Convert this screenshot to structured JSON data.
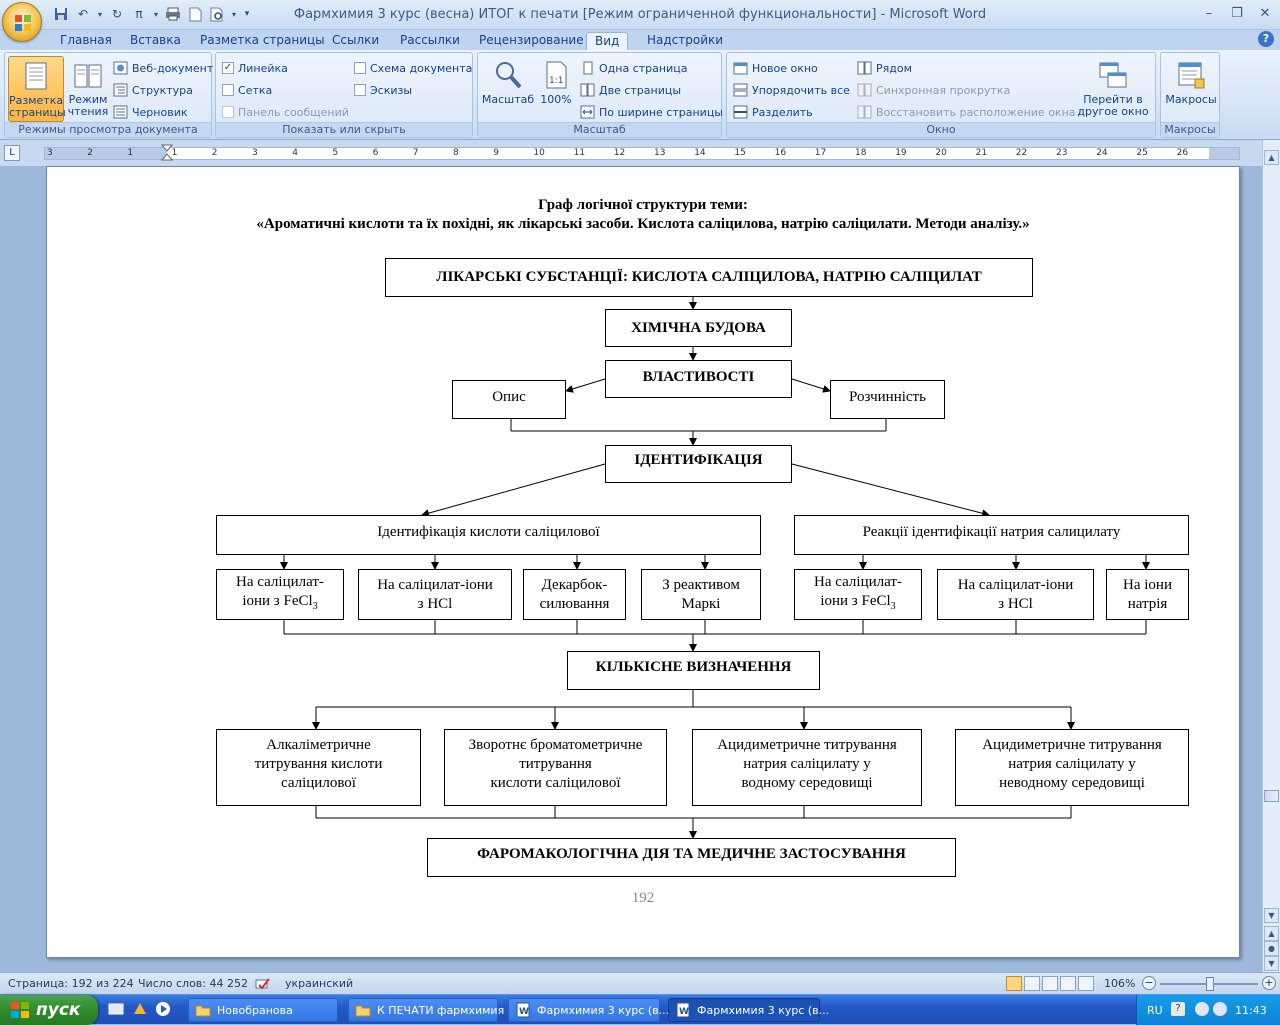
{
  "window": {
    "title": "Фармхимия 3 курс (весна) ИТОГ к печати [Режим ограниченной функциональности] - Microsoft Word"
  },
  "tabs": [
    "Главная",
    "Вставка",
    "Разметка страницы",
    "Ссылки",
    "Рассылки",
    "Рецензирование",
    "Вид",
    "Надстройки"
  ],
  "active_tab": "Вид",
  "ribbon": {
    "views": {
      "label": "Режимы просмотра документа",
      "print_layout": "Разметка\nстраницы",
      "reading": "Режим\nчтения",
      "web": "Веб-документ",
      "outline": "Структура",
      "draft": "Черновик"
    },
    "show_hide": {
      "label": "Показать или скрыть",
      "ruler": "Линейка",
      "grid": "Сетка",
      "message_bar": "Панель сообщений",
      "doc_map": "Схема документа",
      "thumbnails": "Эскизы"
    },
    "zoom": {
      "label": "Масштаб",
      "zoom": "Масштаб",
      "hundred": "100%",
      "one_page": "Одна страница",
      "two_pages": "Две страницы",
      "page_width": "По ширине страницы"
    },
    "window": {
      "label": "Окно",
      "new_window": "Новое окно",
      "arrange_all": "Упорядочить все",
      "split": "Разделить",
      "side_by_side": "Рядом",
      "sync_scroll": "Синхронная прокрутка",
      "reset_position": "Восстановить расположение окна",
      "switch_windows": "Перейти в\nдругое окно"
    },
    "macros": {
      "label": "Макросы",
      "macros": "Макросы"
    }
  },
  "ruler": {
    "ticks": [
      "3",
      "2",
      "1",
      "1",
      "2",
      "3",
      "4",
      "5",
      "6",
      "7",
      "8",
      "9",
      "10",
      "11",
      "12",
      "13",
      "14",
      "15",
      "16",
      "17",
      "18",
      "19",
      "20",
      "21",
      "22",
      "23",
      "24",
      "25",
      "26"
    ]
  },
  "document": {
    "title_line1": "Граф логічної структури теми:",
    "title_line2": "«Ароматичні кислоти та їх похідні, як лікарські засоби. Кислота саліцилова, натрію саліцилати. Методи аналізу.»",
    "boxes": {
      "substances": "ЛІКАРСЬКІ СУБСТАНЦІЇ: КИСЛОТА САЛІЦИЛОВА, НАТРІЮ САЛІЦИЛАТ",
      "structure": "ХІМІЧНА БУДОВА",
      "properties": "ВЛАСТИВОСТІ",
      "description": "Опис",
      "solubility": "Розчинність",
      "identification": "ІДЕНТИФІКАЦІЯ",
      "ident_acid": "Ідентифікація кислоти саліцилової",
      "ident_sodium": "Реакції ідентифікації натрия салицилату",
      "acid_fecl3_a": "На саліцилат-",
      "acid_fecl3_b": "іони з FeCl",
      "acid_fecl3_sub": "3",
      "acid_hcl_a": "На саліцилат-іони",
      "acid_hcl_b": "з HCl",
      "decarb_a": "Декарбок-",
      "decarb_b": "силювання",
      "marki_a": "З реактивом",
      "marki_b": "Маркі",
      "na_fecl3_a": "На саліцилат-",
      "na_fecl3_b": "іони з FeCl",
      "na_fecl3_sub": "3",
      "na_hcl_a": "На саліцилат-іони",
      "na_hcl_b": "з HCl",
      "na_ions_a": "На іони",
      "na_ions_b": "натрія",
      "quantitative": "КІЛЬКІСНЕ ВИЗНАЧЕННЯ",
      "alkali_a": "Алкаліметричне",
      "alkali_b": "титрування кислоти",
      "alkali_c": "саліцилової",
      "bromato_a": "Зворотнє броматометричне",
      "bromato_b": "титрування",
      "bromato_c": "кислоти саліцилової",
      "acidi_water_a": "Ацидиметричне титрування",
      "acidi_water_b": "натрия саліцилату у",
      "acidi_water_c": "водному середовищі",
      "acidi_nonwater_a": "Ацидиметричне титрування",
      "acidi_nonwater_b": "натрия саліцилату у",
      "acidi_nonwater_c": "неводному середовищі",
      "pharmacology": "ФАРОМАКОЛОГІЧНА ДІЯ ТА МЕДИЧНЕ ЗАСТОСУВАННЯ"
    },
    "page_number": "192"
  },
  "status": {
    "page": "Страница: 192 из 224",
    "words": "Число слов: 44 252",
    "language": "украинский",
    "zoom": "106%",
    "zoom_level_percent": 106
  },
  "taskbar": {
    "start": "пуск",
    "tasks": [
      "Новобранова",
      "К ПЕЧАТИ фармхимия",
      "Фармхимия 3 курс (в...",
      "Фармхимия 3 курс (в..."
    ],
    "lang": "RU",
    "time": "11:43"
  },
  "colors": {
    "ribbon_bg": "#d3e3f6",
    "accent_active": "#ffb53f",
    "taskbar": "#2459c7",
    "start_green": "#2f8c2c"
  }
}
